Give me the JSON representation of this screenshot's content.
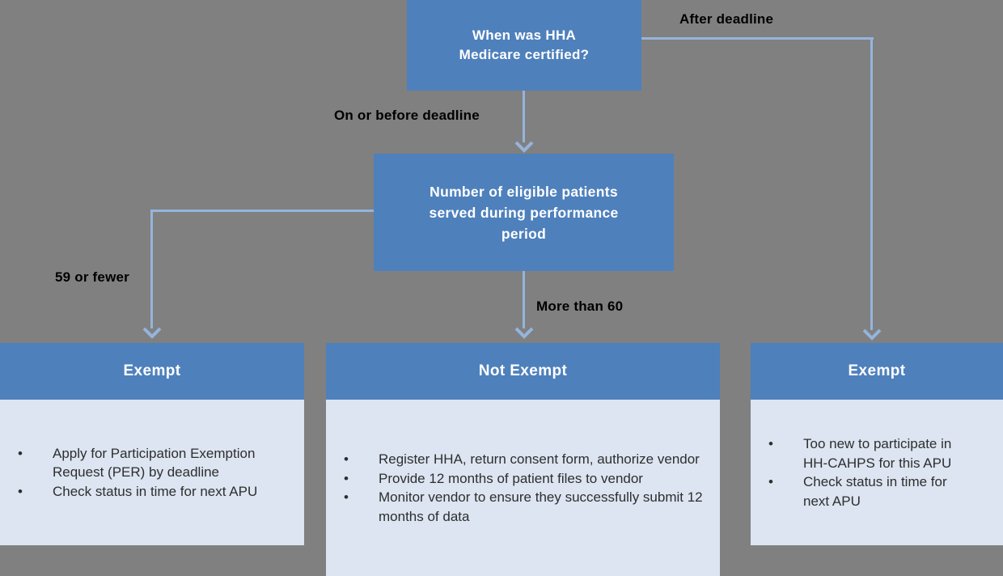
{
  "colors": {
    "background": "#808080",
    "box_blue": "#4E80BC",
    "body_light_blue": "#DCE5F1",
    "connector_blue": "#95B4DC",
    "box_text": "#FFFFFF",
    "bullet_text": "#2E2E2E",
    "label_text": "#000000"
  },
  "flow": {
    "question_box": {
      "line1": "When was HHA",
      "line2": "Medicare certified?"
    },
    "patients_box": {
      "line1": "Number of eligible patients",
      "line2": "served during performance",
      "line3": "period"
    },
    "labels": {
      "after_deadline": "After deadline",
      "on_or_before_deadline": "On or before deadline",
      "fifty_nine_or_fewer": "59 or fewer",
      "more_than_60": "More than 60"
    }
  },
  "outcomes": [
    {
      "title": "Exempt",
      "bullets": [
        "Apply for Participation Exemption Request (PER) by deadline",
        "Check status in time for next APU"
      ]
    },
    {
      "title": "Not Exempt",
      "bullets": [
        "Register HHA, return consent form, authorize vendor",
        "Provide 12 months of patient files to vendor",
        "Monitor vendor to ensure they successfully submit 12 months of data"
      ]
    },
    {
      "title": "Exempt",
      "bullets": [
        "Too new to participate in HH-CAHPS for this APU",
        "Check status in time for next APU"
      ]
    }
  ]
}
